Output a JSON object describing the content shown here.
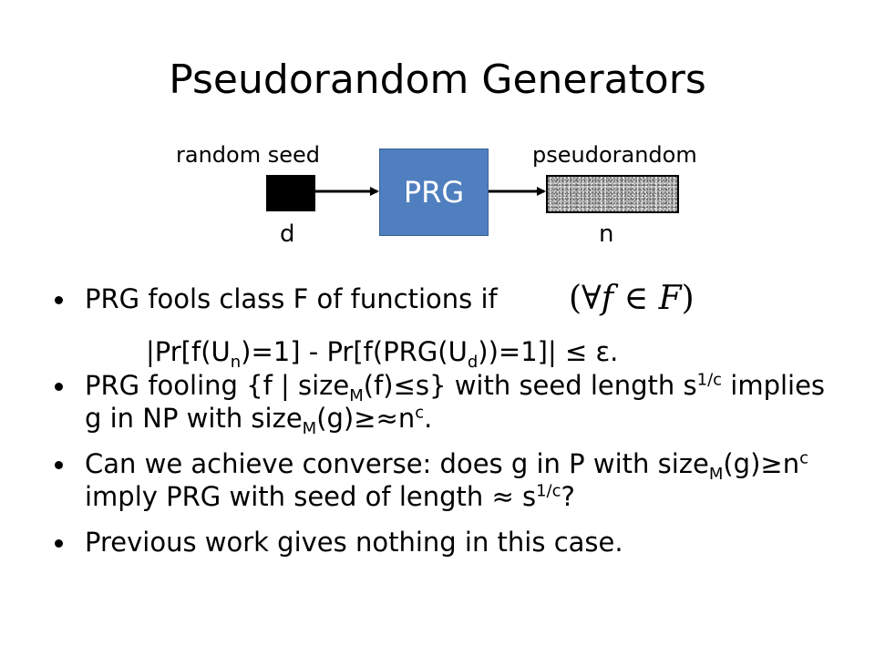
{
  "slide": {
    "title": "Pseudorandom Generators"
  },
  "diagram": {
    "seed_label": "random seed",
    "output_label": "pseudorandom",
    "box_label": "PRG",
    "seed_length": "d",
    "output_length": "n",
    "box_color": "#4f7fbf"
  },
  "bullets": {
    "b1_text": "PRG fools class F of functions if",
    "math_open": "(∀",
    "math_f": "f",
    "math_in": " ∈ ",
    "math_F": "F",
    "math_close": ")",
    "formula": {
      "p1": "|Pr[f(U",
      "s1": "n",
      "p2": ")=1] - Pr[f(PRG(U",
      "s2": "d",
      "p3": "))=1]| ≤ ε."
    },
    "b2": {
      "p1": "PRG fooling {f | size",
      "s1": "M",
      "p2": "(f)≤s} with seed length s",
      "e1": "1/c",
      "p3": " implies g in NP with size",
      "s2": "M",
      "p4": "(g)≥≈n",
      "e2": "c",
      "p5": "."
    },
    "b3": {
      "p1": "Can we achieve converse: does g in P with size",
      "s1": "M",
      "p2": "(g)≥n",
      "e1": "c",
      "p3": " imply PRG with seed of length ≈ s",
      "e2": "1/c",
      "p4": "?"
    },
    "b4_text": "Previous work gives nothing in this case."
  }
}
